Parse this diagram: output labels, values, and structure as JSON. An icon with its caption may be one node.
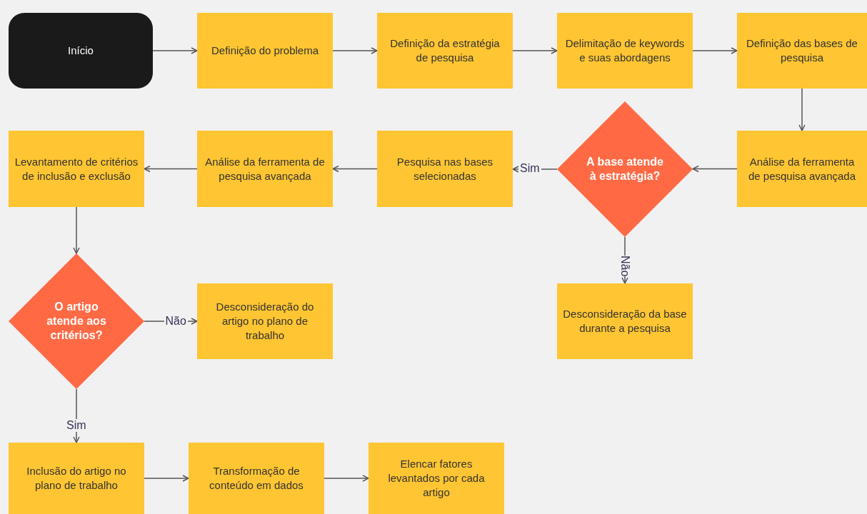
{
  "diagram": {
    "nodes": [
      {
        "text": [
          "Início"
        ]
      },
      {
        "text": [
          "Definição do problema"
        ]
      },
      {
        "text": [
          "Definição da estratégia de pesquisa"
        ]
      },
      {
        "text": [
          "Delimitação de keywords e suas abordagens"
        ]
      },
      {
        "text": [
          "Definição das bases de pesquisa"
        ]
      },
      {
        "text": [
          "Análise da ferramenta de pesquisa avançada"
        ]
      },
      {
        "text": [
          "A base atende à estratégia?"
        ]
      },
      {
        "text": [
          "Pesquisa nas bases selecionadas"
        ]
      },
      {
        "text": [
          "Análise da ferramenta de pesquisa avançada"
        ]
      },
      {
        "text": [
          "Levantamento de critérios de inclusão e exclusão"
        ]
      },
      {
        "text": [
          "Desconsideração da base durante a pesquisa"
        ]
      },
      {
        "text": [
          "O artigo atende aos critérios?"
        ]
      },
      {
        "text": [
          "Desconsideração do artigo no plano de trabalho"
        ]
      },
      {
        "text": [
          "Inclusão do artigo no plano de trabalho"
        ]
      },
      {
        "text": [
          "Transformação de conteúdo em dados"
        ]
      },
      {
        "text": [
          "Elencar fatores levantados por cada artigo"
        ]
      }
    ],
    "edges": [
      {
        "from": 0,
        "to": 1,
        "arrow": "to"
      },
      {
        "from": 1,
        "to": 2,
        "arrow": "to"
      },
      {
        "from": 2,
        "to": 3,
        "arrow": "to"
      },
      {
        "from": 3,
        "to": 4,
        "arrow": "to"
      },
      {
        "from": 4,
        "to": 5,
        "arrow": "to"
      },
      {
        "from": 5,
        "to": 6,
        "arrow": "to"
      },
      {
        "from": 6,
        "to": 7,
        "label": "Sim",
        "arrow": "to"
      },
      {
        "from": 7,
        "to": 8,
        "arrow": "to"
      },
      {
        "from": 8,
        "to": 9,
        "arrow": "to"
      },
      {
        "from": 6,
        "to": 10,
        "label": "Não",
        "arrow": "to"
      },
      {
        "from": 9,
        "to": 11,
        "arrow": "to"
      },
      {
        "from": 11,
        "to": 12,
        "label": "Não",
        "arrow": "to"
      },
      {
        "from": 11,
        "to": 13,
        "label": "Sim",
        "arrow": "to"
      },
      {
        "from": 13,
        "to": 14,
        "arrow": "to"
      },
      {
        "from": 14,
        "to": 15,
        "arrow": "to"
      }
    ]
  }
}
